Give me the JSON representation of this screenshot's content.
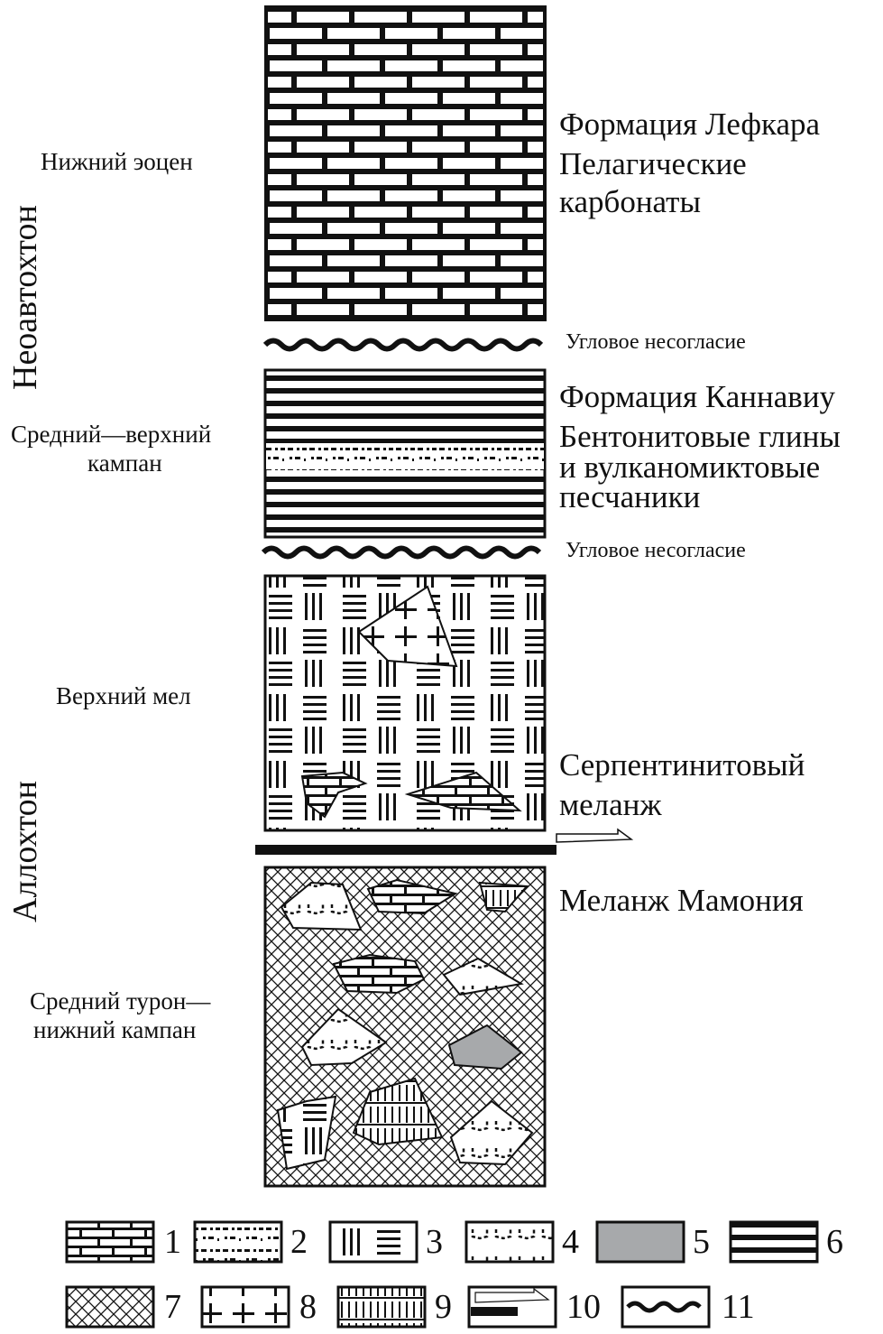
{
  "groups": {
    "neoautochthon": "Неоавтохтон",
    "allochthon": "Аллохтон"
  },
  "ages": {
    "lower_eocene": "Нижний эоцен",
    "mid_upper_campanian_1": "Средний—верхний",
    "mid_upper_campanian_2": "кампан",
    "upper_cretaceous": "Верхний мел",
    "turonian_1": "Средний турон—",
    "turonian_2": "нижний кампан"
  },
  "formations": {
    "lefkara_1": "Формация Лефкара",
    "lefkara_2": "Пелагические",
    "lefkara_3": "карбонаты",
    "kannaviou_1": "Формация Каннавиу",
    "kannaviou_2": "Бентонитовые глины",
    "kannaviou_3": "и вулканомиктовые",
    "kannaviou_4": "песчаники",
    "serpentinite_1": "Серпентинитовый",
    "serpentinite_2": "меланж",
    "mamonia": "Меланж Мамония"
  },
  "unconformity_1": "Угловое несогласие",
  "unconformity_2": "Угловое несогласие",
  "legend": [
    "1",
    "2",
    "3",
    "4",
    "5",
    "6",
    "7",
    "8",
    "9",
    "10",
    "11"
  ],
  "colors": {
    "ink": "#111111",
    "gray": "#a7a9ab"
  }
}
